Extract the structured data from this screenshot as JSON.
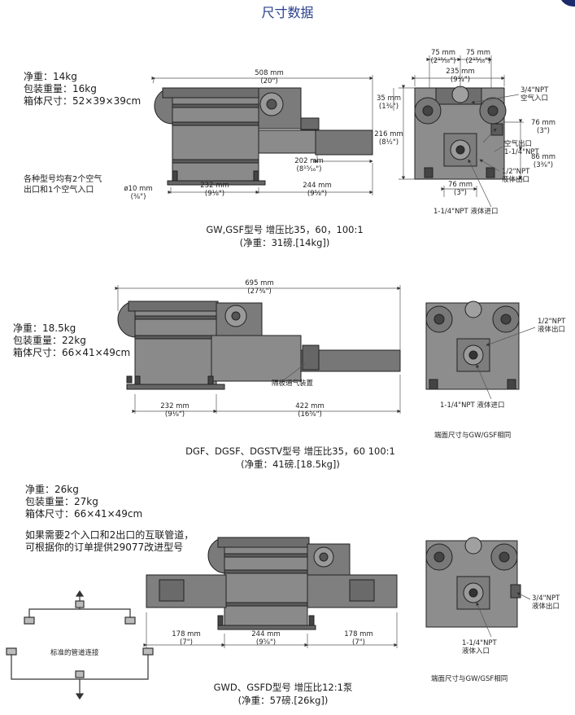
{
  "title": "尺寸数据",
  "section1": {
    "specs": [
      "净重：14kg",
      "包装重量：16kg",
      "箱体尺寸：52×39×39cm"
    ],
    "note": [
      "各种型号均有2个空气",
      "出口和1个空气入口"
    ],
    "dims": {
      "overall": [
        "508 mm",
        "(20\")"
      ],
      "d202": [
        "202 mm",
        "(8¹⁵⁄₁₆\")"
      ],
      "d232": [
        "232 mm",
        "(9¹⁄₈\")"
      ],
      "d244": [
        "244 mm",
        "(9⁵⁄₈\")"
      ],
      "phi10": [
        "ø10 mm",
        "(³⁄₈\")"
      ],
      "d75a": [
        "75 mm",
        "(2¹⁵⁄₁₆\")"
      ],
      "d75b": [
        "75 mm",
        "(2¹⁵⁄₁₆\")"
      ],
      "d235": [
        "235 mm",
        "(9¹⁄₄\")"
      ],
      "d35": [
        "35 mm",
        "(1³⁄₈\")"
      ],
      "d216": [
        "216 mm",
        "(8¹⁄₂\")"
      ],
      "d76r": [
        "76 mm",
        "(3\")"
      ],
      "d86": [
        "86 mm",
        "(3³⁄₈\")"
      ],
      "d76b": [
        "76 mm",
        "(3\")"
      ]
    },
    "ports": {
      "air_in": [
        "3/4\"NPT",
        "空气入口"
      ],
      "air_out": [
        "空气出口",
        "1-1/4\"NPT"
      ],
      "liquid_out": [
        "1/2\"NPT",
        "液体出口"
      ],
      "liquid_in": "1-1/4\"NPT  液体进口"
    },
    "caption": [
      "GW,GSF型号  增压比35，60，100:1",
      "(净重：31磅.[14kg])"
    ]
  },
  "section2": {
    "specs": [
      "净重：18.5kg",
      "包装重量：22kg",
      "箱体尺寸：66×41×49cm"
    ],
    "dims": {
      "overall": [
        "695 mm",
        "(27³⁄₈\")"
      ],
      "d232": [
        "232 mm",
        "(9¹⁄₈\")"
      ],
      "d422": [
        "422 mm",
        "(16⁵⁄₈\")"
      ]
    },
    "vent_label": "隔板通气装置",
    "ports": {
      "liquid_out": [
        "1/2\"NPT",
        "液体出口"
      ],
      "liquid_in": "1-1/4\"NPT   液体进口"
    },
    "end_note": "端面尺寸与GW/GSF相同",
    "caption": [
      "DGF、DGSF、DGSTV型号  增压比35，60  100:1",
      "(净重：41磅.[18.5kg])"
    ]
  },
  "section3": {
    "specs": [
      "净重：26kg",
      "包装重量：27kg",
      "箱体尺寸：66×41×49cm"
    ],
    "info": [
      "如果需要2个入口和2出口的互联管道，",
      "可根据你的订单提供29077改进型号"
    ],
    "pipe_label": "标准的管道连接",
    "dims": {
      "d178a": [
        "178 mm",
        "(7\")"
      ],
      "d244": [
        "244 mm",
        "(9⁵⁄₈\")"
      ],
      "d178b": [
        "178 mm",
        "(7\")"
      ]
    },
    "ports": {
      "liquid_out": [
        "3/4\"NPT",
        "液体出口"
      ],
      "liquid_in": [
        "1-1/4\"NPT",
        "液体入口"
      ]
    },
    "end_note": "端面尺寸与GW/GSF相同",
    "caption": [
      "GWD、GSFD型号  增压比12:1泵",
      "(净重：57磅.[26kg])"
    ]
  }
}
